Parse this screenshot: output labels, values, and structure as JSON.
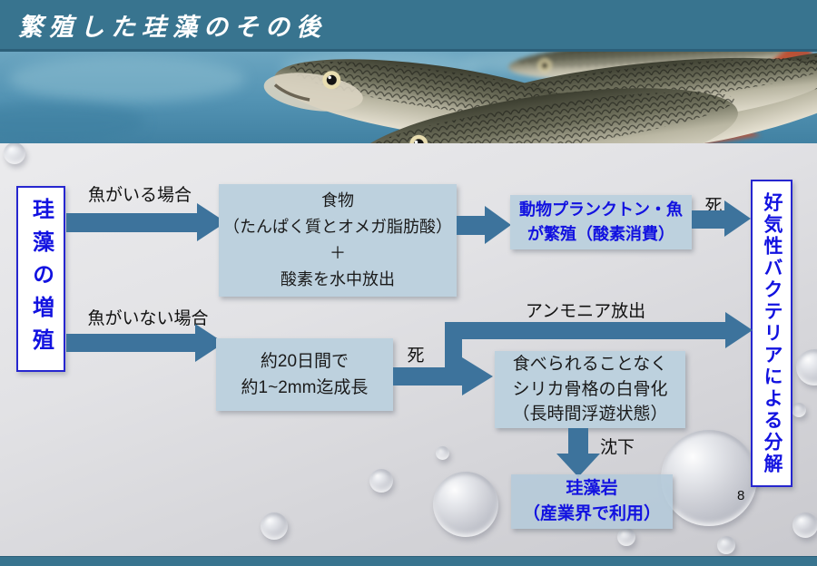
{
  "slide": {
    "title": "繁殖した珪藻のその後",
    "page_number": "8"
  },
  "colors": {
    "title_bar": "#38748f",
    "bottom_bar": "#38748f",
    "arrow": "#3d739c",
    "box_fill": "#bdd1de",
    "blue_text": "#1212e0",
    "black_text": "#1a1a1a",
    "white_box_border": "#2626cf"
  },
  "flow": {
    "source": "珪藻の増殖",
    "sink": "好気性バクテリアによる分解",
    "fish": {
      "cond": "魚がいる場合",
      "food": "食物\n（たんぱく質とオメガ脂肪酸）\n＋\n酸素を水中放出",
      "plankton": "動物プランクトン・魚\nが繁殖（酸素消費）",
      "death": "死"
    },
    "nofish": {
      "cond": "魚がいない場合",
      "growth": "約20日間で\n約1~2mm迄成長",
      "death": "死",
      "ammonia": "アンモニア放出",
      "skeleton": "食べられることなく\nシリカ骨格の白骨化\n（長時間浮遊状態）",
      "sink_label": "沈下",
      "diatomite": "珪藻岩\n（産業界で利用）"
    }
  }
}
